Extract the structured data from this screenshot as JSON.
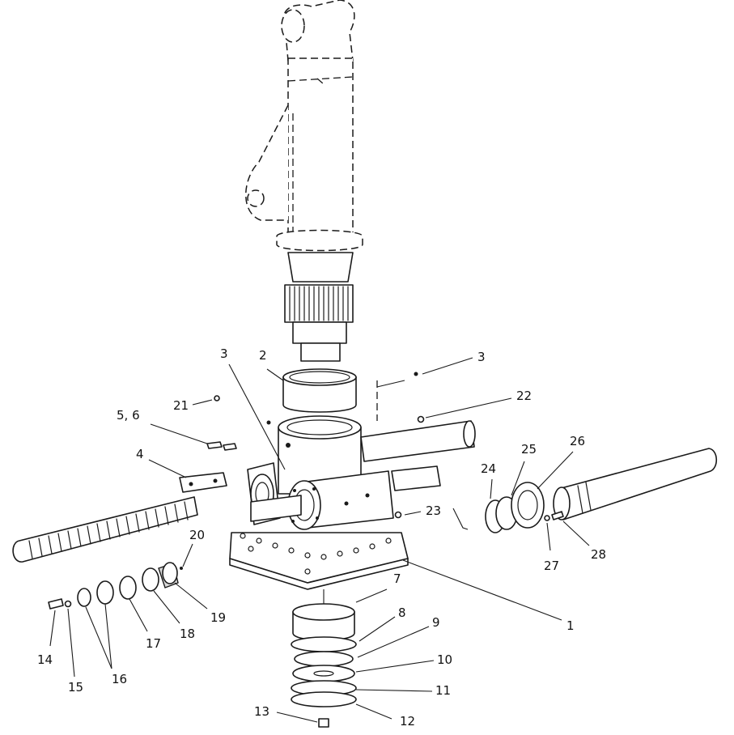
{
  "callouts": {
    "c1": "1",
    "c2": "2",
    "c3a": "3",
    "c3b": "3",
    "c4": "4",
    "c56": "5, 6",
    "c7": "7",
    "c8": "8",
    "c9": "9",
    "c10": "10",
    "c11": "11",
    "c12": "12",
    "c13": "13",
    "c14": "14",
    "c15": "15",
    "c16": "16",
    "c17": "17",
    "c18": "18",
    "c19": "19",
    "c20": "20",
    "c21": "21",
    "c22": "22",
    "c23": "23",
    "c24": "24",
    "c25": "25",
    "c26": "26",
    "c27": "27",
    "c28": "28"
  },
  "colors": {
    "line": "#1a1a1a",
    "background": "#ffffff",
    "fill": "#ffffff"
  }
}
